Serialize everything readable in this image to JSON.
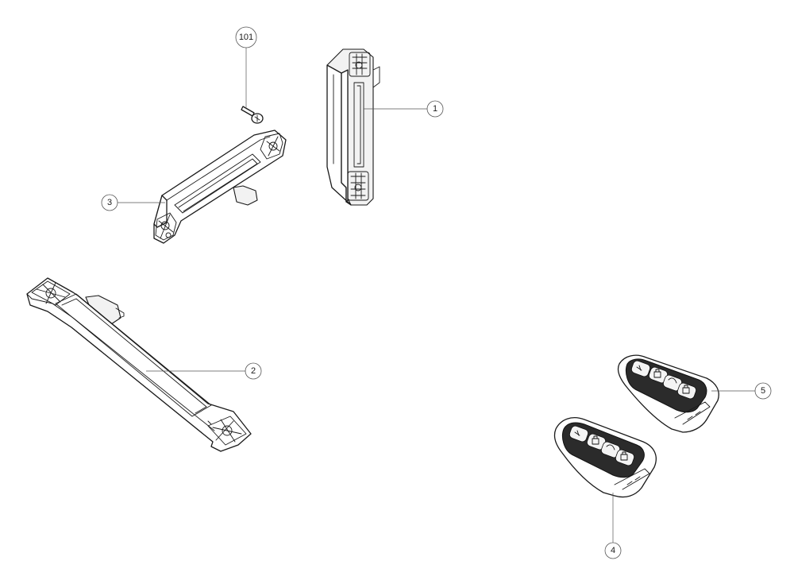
{
  "callouts": {
    "c101": "101",
    "c1": "1",
    "c2": "2",
    "c3": "3",
    "c4": "4",
    "c5": "5"
  }
}
